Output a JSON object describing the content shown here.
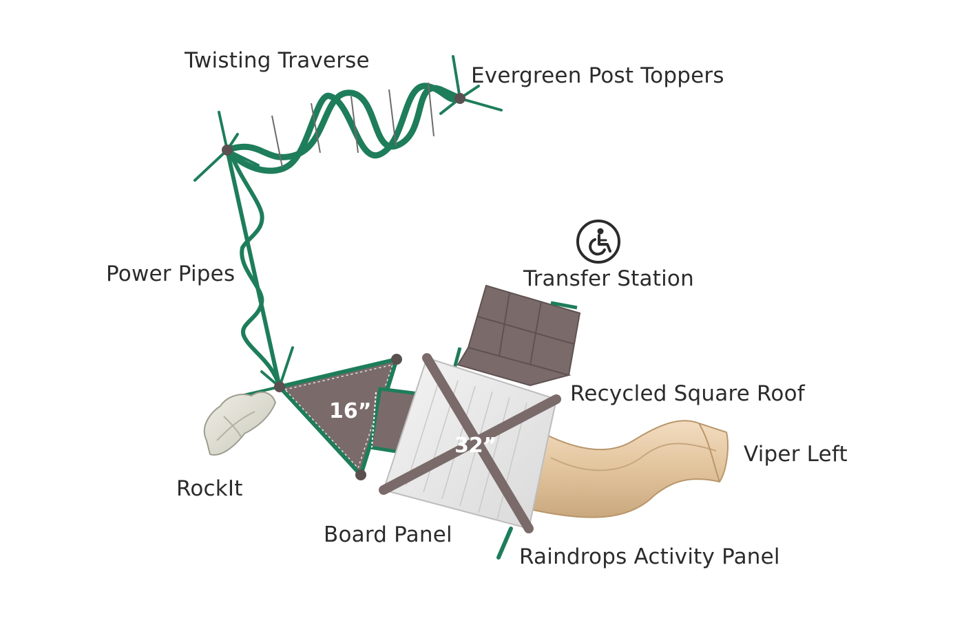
{
  "labels": {
    "twisting_traverse": "Twisting Traverse",
    "evergreen_post_toppers": "Evergreen Post Toppers",
    "power_pipes": "Power Pipes",
    "transfer_station": "Transfer Station",
    "recycled_square_roof": "Recycled Square Roof",
    "viper_left": "Viper Left",
    "rockit": "RockIt",
    "board_panel": "Board Panel",
    "raindrops_activity_panel": "Raindrops Activity Panel"
  },
  "deck_heights": {
    "triangle_deck": "16”",
    "square_deck": "32”"
  },
  "icons": {
    "accessibility": "wheelchair-accessible-icon"
  },
  "colors": {
    "frame_green": "#1e7d5a",
    "deck_brown": "#7a6b6a",
    "post_grey": "#5a5050",
    "slide_tan": "#e2c7a2",
    "roof_white": "#e9e9e9",
    "text": "#2b2b2b"
  }
}
